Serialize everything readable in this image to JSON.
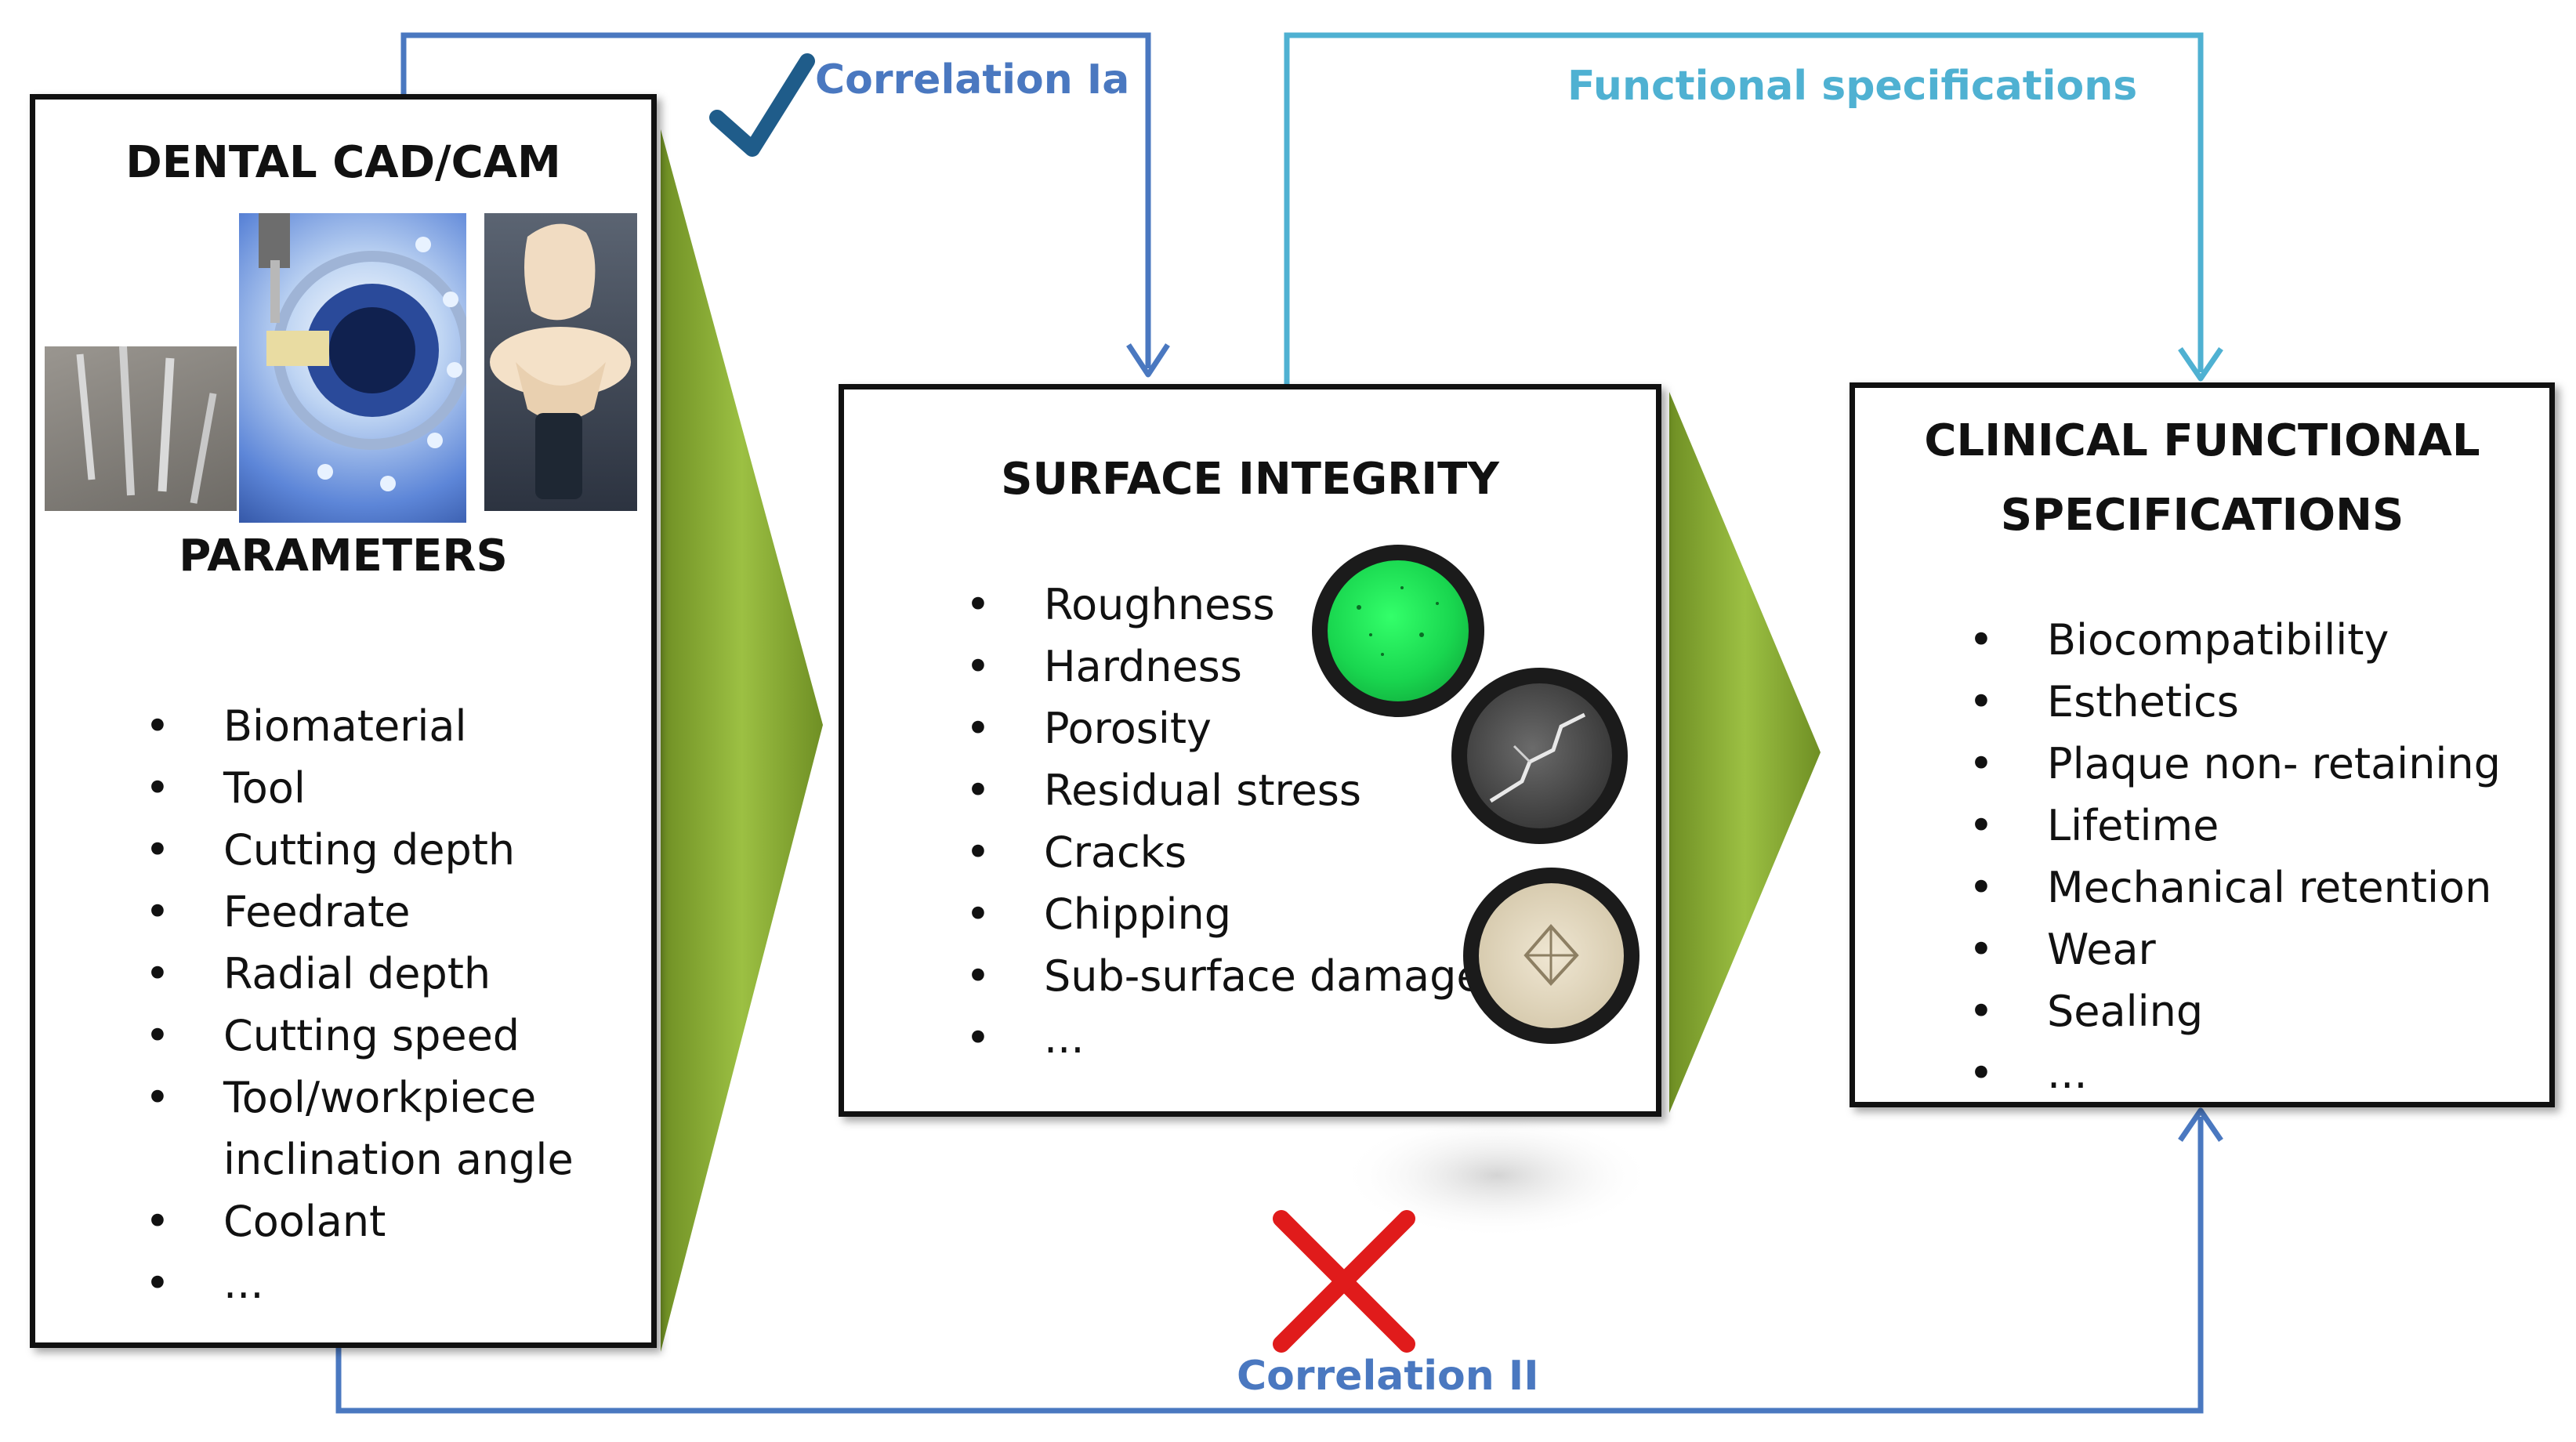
{
  "links": {
    "correlation_1a": "Correlation Ia",
    "functional_specifications": "Functional specifications",
    "correlation_2": "Correlation II"
  },
  "box_cadcam": {
    "title": "DENTAL CAD/CAM",
    "subtitle": "PARAMETERS",
    "items": [
      "Biomaterial",
      "Tool",
      "Cutting depth",
      "Feedrate",
      "Radial depth",
      "Cutting speed",
      "Tool/workpiece",
      "inclination angle",
      "Coolant",
      "..."
    ]
  },
  "box_surface": {
    "title": "SURFACE INTEGRITY",
    "items": [
      "Roughness",
      "Hardness",
      "Porosity",
      "Residual stress",
      "Cracks",
      "Chipping",
      "Sub-surface damage",
      "..."
    ]
  },
  "box_clinical": {
    "title_line1": "CLINICAL FUNCTIONAL",
    "title_line2": "SPECIFICATIONS",
    "items": [
      "Biocompatibility",
      "Esthetics",
      "Plaque non- retaining",
      "Lifetime",
      "Mechanical retention",
      "Wear",
      "Sealing",
      "..."
    ]
  },
  "colors": {
    "correlation_blue": "#4a78c0",
    "functional_blue": "#4fb1d2",
    "green_arrow": "#8cb035",
    "red_cross": "#e01b1b",
    "check_navy": "#1f5c8a"
  },
  "status": {
    "correlation_1a": "check-icon",
    "correlation_2": "cross-icon"
  }
}
